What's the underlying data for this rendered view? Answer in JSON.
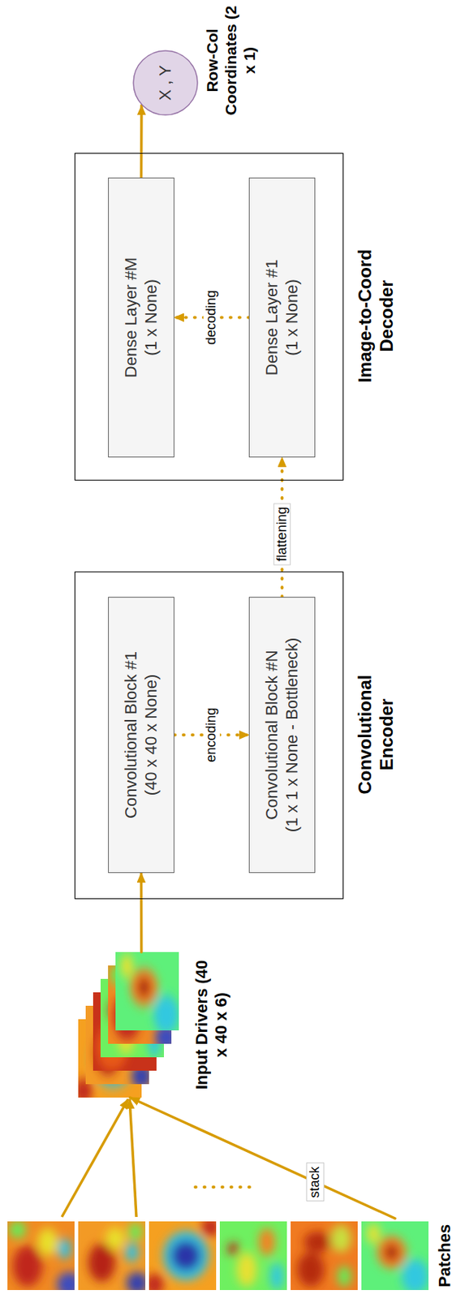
{
  "diagram": {
    "nodes": [
      {
        "text": [
          "Patches"
        ]
      },
      {
        "text": [
          "Input Drivers (40 x 40 x 6)"
        ]
      },
      {
        "text": [
          "Convolutional Encoder"
        ]
      },
      {
        "text": [
          "Convolutional Block #1",
          "(40 x 40 x None)"
        ],
        "in": 2
      },
      {
        "text": [
          "Convolutional Block #N",
          "(1 x 1 x None - Bottleneck)"
        ],
        "in": 2
      },
      {
        "text": [
          "Image-to-Coord Decoder"
        ]
      },
      {
        "text": [
          "Dense Layer #M",
          "(1 x None)"
        ],
        "in": 5
      },
      {
        "text": [
          "Dense Layer #1",
          "(1 x None)"
        ],
        "in": 5
      },
      {
        "text": [
          "X , Y",
          "Row-Col Coordinates (2 x 1)"
        ]
      }
    ],
    "edges": [
      {
        "from": 0,
        "to": 1,
        "arrow": "to",
        "label": "stack"
      },
      {
        "from": 1,
        "to": 3,
        "arrow": "to"
      },
      {
        "from": 3,
        "to": 4,
        "arrow": "to",
        "label": "encoding"
      },
      {
        "from": 4,
        "to": 7,
        "arrow": "to",
        "label": "flattening"
      },
      {
        "from": 7,
        "to": 6,
        "arrow": "to",
        "label": "decoding"
      },
      {
        "from": 6,
        "to": 8,
        "arrow": "to"
      }
    ]
  }
}
